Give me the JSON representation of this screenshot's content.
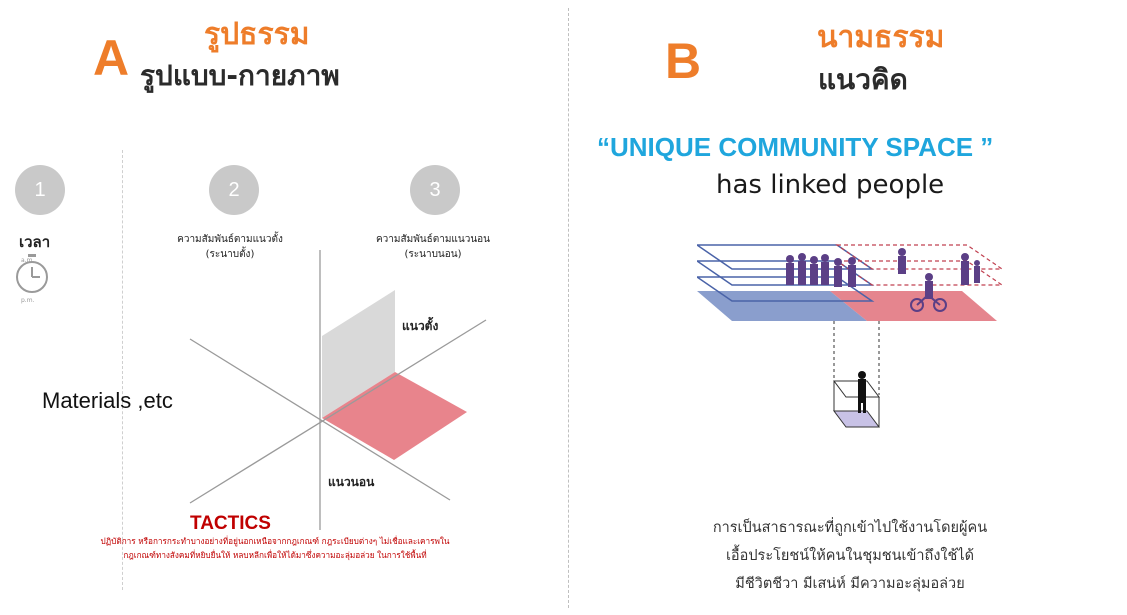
{
  "panel_a": {
    "letter": "A",
    "title_orange": "รูปธรรม",
    "title_dark": "รูปแบบ-กายภาพ",
    "steps": [
      {
        "number": "1",
        "label": "เวลา"
      },
      {
        "number": "2",
        "label_line1": "ความสัมพันธ์ตามแนวตั้ง",
        "label_line2": "(ระนาบตั้ง)"
      },
      {
        "number": "3",
        "label_line1": "ความสัมพันธ์ตามแนวนอน",
        "label_line2": "(ระนาบนอน)"
      }
    ],
    "clock_am": "a.m.",
    "clock_pm": "p.m.",
    "vertical_label": "แนวตั้ง",
    "horizontal_label": "แนวนอน",
    "materials": "Materials ,etc",
    "tactics_title": "TACTICS",
    "tactics_line1": "ปฏิบัติการ หรือการกระทำบางอย่างที่อยู่นอกเหนือจากกฎเกณฑ์ กฎระเบียบต่างๆ ไม่เชื่อและเคารพใน",
    "tactics_line2": "กฎเกณฑ์ทางสังคมที่หยิบยื่นให้ หลบหลีกเพื่อให้ได้มาซึ่งความอะลุ่มอล่วย ในการใช้พื้นที่",
    "colors": {
      "accent": "#ee7d2a",
      "plane_gray": "#d9d9d9",
      "plane_pink": "#e8848c",
      "tactics": "#c00000"
    }
  },
  "panel_b": {
    "letter": "B",
    "title_orange": "นามธรรม",
    "title_dark": "แนวคิด",
    "quote": "“UNIQUE COMMUNITY SPACE  ”",
    "subquote": "has linked people",
    "desc_lines": [
      "การเป็นสาธารณะที่ถูกเข้าไปใช้งานโดยผู้คน",
      "เอื้อประโยชน์ให้คนในชุมชนเข้าถึงใช้ได้",
      "มีชีวิตชีวา มีเสน่ห์ มีความอะลุ่มอล่วย"
    ],
    "colors": {
      "quote": "#1fa6dd",
      "plane_blue": "#7d93c8",
      "plane_red": "#e0707a",
      "figure": "#5b3f86"
    }
  }
}
